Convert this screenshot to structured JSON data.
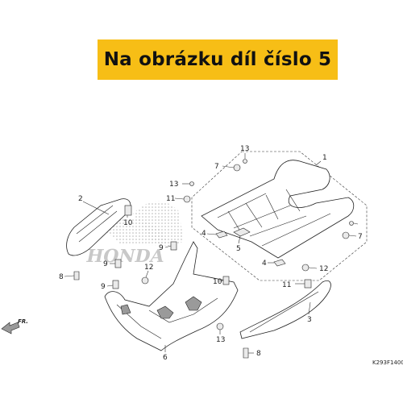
{
  "banner": {
    "text": "Na obrázku díl číslo 5"
  },
  "diagram": {
    "code": "K293F1400",
    "direction_label": "FR.",
    "watermark": "HONDA",
    "callouts": [
      "1",
      "2",
      "3",
      "4",
      "4",
      "5",
      "6",
      "7",
      "7",
      "8",
      "8",
      "9",
      "9",
      "9",
      "10",
      "10",
      "11",
      "11",
      "12",
      "12",
      "13",
      "13",
      "13"
    ]
  }
}
